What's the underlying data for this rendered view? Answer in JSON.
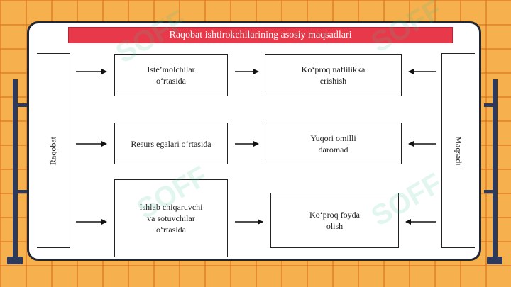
{
  "title": "Raqobat ishtirokchilarining asosiy maqsadlari",
  "left_label": "Raqobat",
  "right_label": "Maqsadi",
  "left_boxes": [
    "Iste’molchilar\no‘rtasida",
    "Resurs egalari o‘rtasida",
    "Ishlab chiqaruvchi\nva sotuvchilar\no‘rtasida"
  ],
  "right_boxes": [
    "Ko‘proq naflilikka\nerishish",
    "Yuqori omilli\ndaromad",
    "Ko‘proq foyda\nolish"
  ],
  "watermark": "SOFF",
  "colors": {
    "title_bar": "#e8394a",
    "background": "#f6b04e",
    "frame": "#2e3a5c"
  }
}
